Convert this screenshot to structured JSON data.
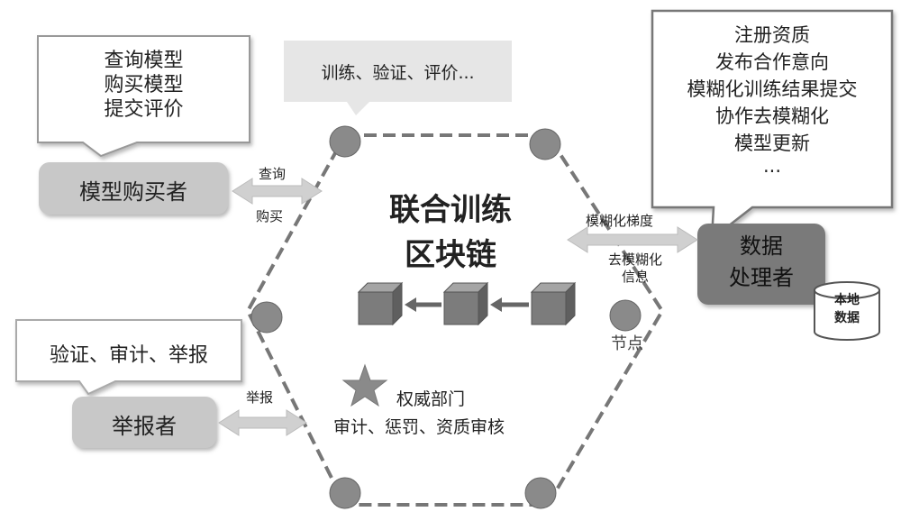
{
  "center": {
    "title_line1": "联合训练",
    "title_line2": "区块链"
  },
  "node_label": "节点",
  "buyer": {
    "label": "模型购买者",
    "callout": [
      "查询模型",
      "购买模型",
      "提交评价"
    ],
    "arrow_top_label": "查询",
    "arrow_bottom_label": "购买"
  },
  "top_callout": "训练、验证、评价...",
  "processor": {
    "label_line1": "数据",
    "label_line2": "处理者",
    "callout": [
      "注册资质",
      "发布合作意向",
      "模糊化训练结果提交",
      "协作去模糊化",
      "模型更新",
      "..."
    ],
    "arrow_top_label": "模糊化梯度",
    "arrow_bottom_line1": "去模糊化",
    "arrow_bottom_line2": "信息"
  },
  "local_data": {
    "line1": "本地",
    "line2": "数据"
  },
  "reporter": {
    "label": "举报者",
    "callout": "验证、审计、举报",
    "arrow_label": "举报"
  },
  "authority": {
    "line1": "权威部门",
    "line2": "审计、惩罚、资质审核"
  },
  "colors": {
    "box_fill": "#c8c8c8",
    "processor_fill": "#7a7a7a",
    "node_fill": "#8a8a8a",
    "cube_fill": "#7c7c7c",
    "hexagon_stroke": "#777777",
    "arrow_fill": "#d0d0d0"
  }
}
